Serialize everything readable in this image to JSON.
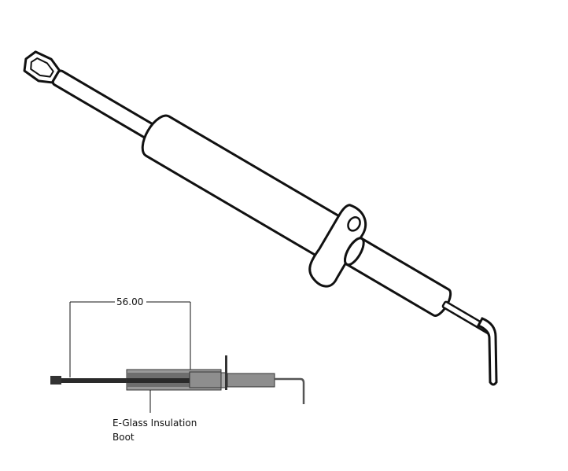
{
  "dimension": {
    "value": "56.00"
  },
  "callout": {
    "line1": "E-Glass Insulation",
    "line2": "Boot"
  },
  "colors": {
    "stroke": "#111111",
    "boot": "#8a8a8a",
    "ceramic": "#9a9a9a",
    "wire": "#2a2a2a"
  }
}
